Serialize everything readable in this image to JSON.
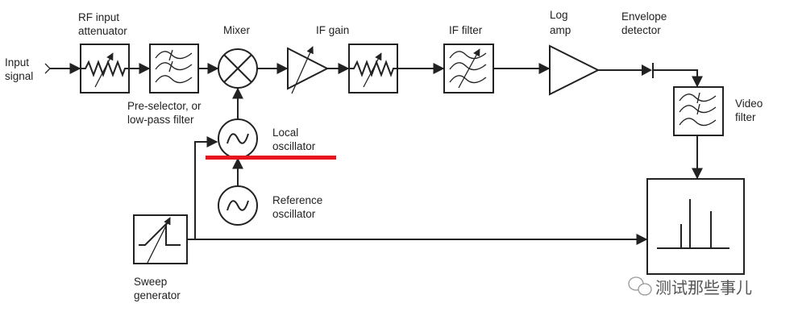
{
  "labels": {
    "input": [
      "Input",
      "signal"
    ],
    "rf_attenuator": [
      "RF input",
      "attenuator"
    ],
    "preselector": [
      "Pre-selector, or",
      "low-pass filter"
    ],
    "mixer": "Mixer",
    "if_gain": "IF gain",
    "if_filter": "IF filter",
    "log_amp": [
      "Log",
      "amp"
    ],
    "envelope_detector": [
      "Envelope",
      "detector"
    ],
    "video_filter": [
      "Video",
      "filter"
    ],
    "local_oscillator": [
      "Local",
      "oscillator"
    ],
    "reference_oscillator": [
      "Reference",
      "oscillator"
    ],
    "sweep_generator": [
      "Sweep",
      "generator"
    ]
  },
  "watermark": "测试那些事儿",
  "colors": {
    "highlight": "#e8141e",
    "line": "#222222"
  }
}
